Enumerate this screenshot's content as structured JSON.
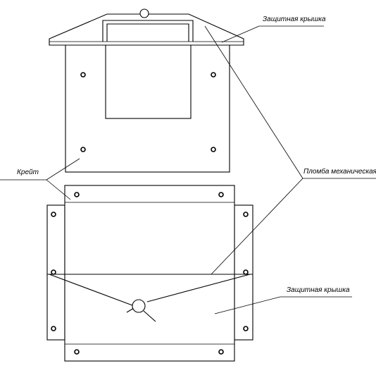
{
  "labels": {
    "cover_top": "Защитная крышка",
    "crate": "Крейт",
    "seal": "Пломба механическая",
    "cover_bottom": "Защитная крышка"
  },
  "colors": {
    "line": "#000000",
    "background": "#ffffff"
  }
}
